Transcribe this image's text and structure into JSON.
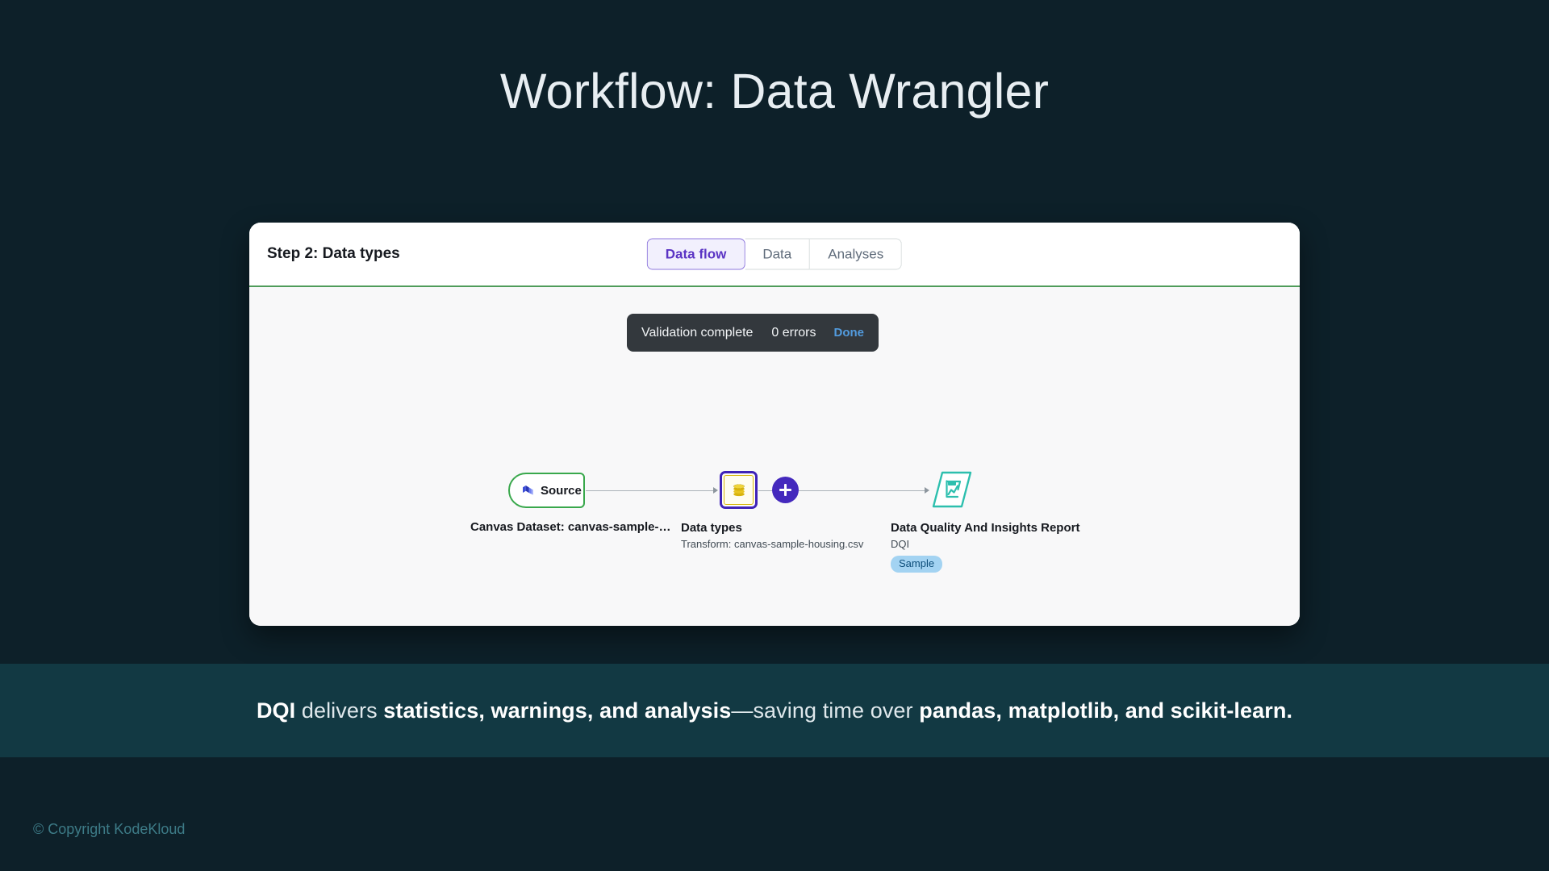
{
  "slide": {
    "title": "Workflow: Data Wrangler",
    "background_color": "#0d2029"
  },
  "card": {
    "header": {
      "step_title": "Step 2: Data types",
      "accent_color": "#4f9c5a",
      "tabs": [
        {
          "label": "Data flow",
          "active": true
        },
        {
          "label": "Data",
          "active": false
        },
        {
          "label": "Analyses",
          "active": false
        }
      ]
    },
    "toast": {
      "message": "Validation complete",
      "errors": "0 errors",
      "action": "Done",
      "action_color": "#529bde",
      "background_color": "#33383d"
    },
    "flow": {
      "nodes": [
        {
          "id": "source",
          "badge_label": "Source",
          "icon": "dataset-stack-icon",
          "title": "Canvas Dataset: canvas-sample-…",
          "subtitle": "",
          "border_color": "#39a84c"
        },
        {
          "id": "data-types",
          "icon": "data-types-coins-icon",
          "title": "Data types",
          "subtitle": "Transform: canvas-sample-housing.csv",
          "border_color": "#3f23b8",
          "inner_border_color": "#d6b70c"
        },
        {
          "id": "add-step",
          "icon": "plus-icon",
          "label": "+",
          "background_color": "#4429bd"
        },
        {
          "id": "dqi-report",
          "icon": "report-chart-icon",
          "title": "Data Quality And Insights Report",
          "subtitle": "DQI",
          "badge": "Sample",
          "badge_color": "#a3d3f2",
          "border_color": "#2dbfae"
        }
      ]
    }
  },
  "caption": {
    "part1_bold": "DQI",
    "part2": " delivers ",
    "part3_bold": "statistics, warnings, and analysis",
    "part4": "—saving time over ",
    "part5_bold": "pandas, matplotlib, and scikit-learn."
  },
  "footer": {
    "copyright": "© Copyright KodeKloud"
  }
}
